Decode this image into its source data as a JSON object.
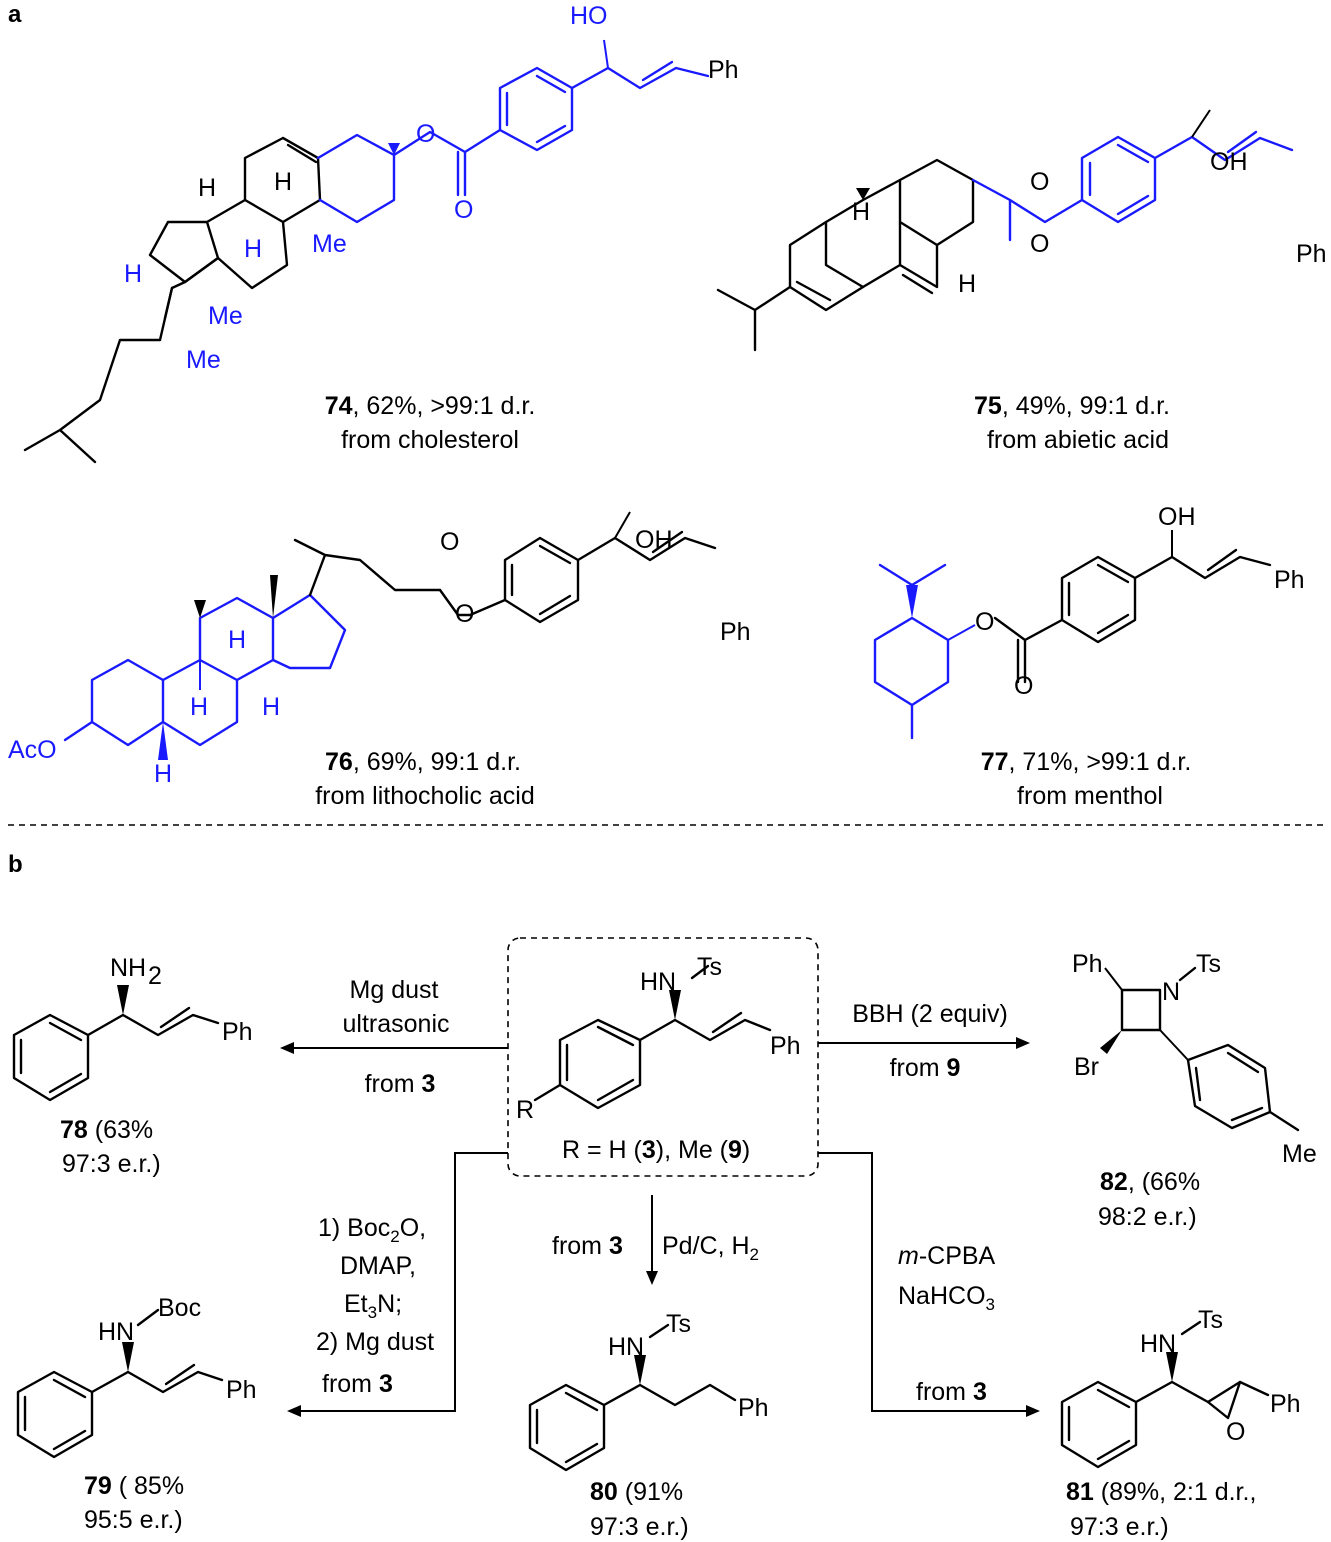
{
  "panels": {
    "a": "a",
    "b": "b"
  },
  "compounds": {
    "c74": {
      "num": "74",
      "rest": ", 62%, >99:1 d.r.",
      "source": "from cholesterol"
    },
    "c75": {
      "num": "75",
      "rest": ", 49%, 99:1 d.r.",
      "source": "from abietic acid"
    },
    "c76": {
      "num": "76",
      "rest": ", 69%, 99:1 d.r.",
      "source": "from lithocholic acid"
    },
    "c77": {
      "num": "77",
      "rest": ", 71%, >99:1 d.r.",
      "source": "from menthol"
    },
    "c78": {
      "num": "78",
      "rest": " (63%",
      "er": "97:3 e.r.)"
    },
    "c79": {
      "num": "79",
      "rest": " ( 85%",
      "er": "95:5 e.r.)"
    },
    "c80": {
      "num": "80",
      "rest": " (91%",
      "er": "97:3 e.r.)"
    },
    "c81": {
      "num": "81",
      "rest": " (89%, 2:1 d.r.,",
      "er": "97:3 e.r.)"
    },
    "c82": {
      "num": "82",
      "rest": ", (66%",
      "er": "98:2 e.r.)"
    }
  },
  "atoms": {
    "HO": "HO",
    "OH": "OH",
    "O": "O",
    "Ph": "Ph",
    "H": "H",
    "Me": "Me",
    "AcO": "AcO",
    "NH": "NH",
    "N": "N",
    "HN": "HN",
    "Ts": "Ts",
    "Boc": "Boc",
    "Br": "Br",
    "R": "R",
    "two": "2",
    "three": "3"
  },
  "center": {
    "r_prefix": "R = H (",
    "r_3": "3",
    "r_mid": "), Me (",
    "r_9": "9",
    "r_end": ")"
  },
  "conditions": {
    "to78": {
      "l1": "Mg dust",
      "l2": "ultrasonic",
      "from": "from ",
      "fromnum": "3"
    },
    "to82": {
      "l1": "BBH (2 equiv)",
      "from": "from ",
      "fromnum": "9"
    },
    "to79": {
      "l1a": "1) Boc",
      "l1b": "O,",
      "l2": "DMAP,",
      "l3a": "Et",
      "l3b": "N;",
      "l4": "2) Mg dust",
      "from": "from ",
      "fromnum": "3"
    },
    "to80": {
      "from": "from ",
      "fromnum": "3",
      "reag": "Pd/C, H"
    },
    "to81": {
      "l1a": "m",
      "l1b": "-CPBA",
      "l2": "NaHCO",
      "from": "from ",
      "fromnum": "3"
    }
  },
  "colors": {
    "product_blue": "#1a1aff",
    "black": "#000000"
  }
}
